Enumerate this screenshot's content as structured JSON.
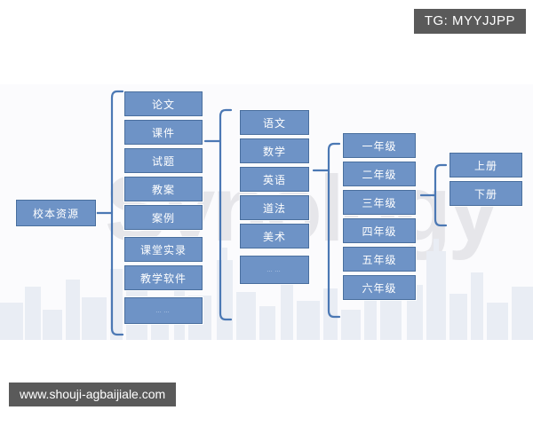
{
  "badge": {
    "label": "TG: MYYJJPP"
  },
  "footer": {
    "url": "www.shouji-agbaijiale.com"
  },
  "watermark": {
    "text": "Synology"
  },
  "diagram": {
    "root": {
      "label": "校本资源"
    },
    "columns": [
      {
        "name": "resource-types",
        "items": [
          {
            "label": "论文"
          },
          {
            "label": "课件"
          },
          {
            "label": "试题"
          },
          {
            "label": "教案"
          },
          {
            "label": "案例"
          },
          {
            "label": "课堂实录"
          },
          {
            "label": "教学软件"
          },
          {
            "label": "……"
          }
        ]
      },
      {
        "name": "subjects",
        "items": [
          {
            "label": "语文"
          },
          {
            "label": "数学"
          },
          {
            "label": "英语"
          },
          {
            "label": "道法"
          },
          {
            "label": "美术"
          },
          {
            "label": "……"
          }
        ]
      },
      {
        "name": "grades",
        "items": [
          {
            "label": "一年级"
          },
          {
            "label": "二年级"
          },
          {
            "label": "三年级"
          },
          {
            "label": "四年级"
          },
          {
            "label": "五年级"
          },
          {
            "label": "六年级"
          }
        ]
      },
      {
        "name": "volumes",
        "items": [
          {
            "label": "上册"
          },
          {
            "label": "下册"
          }
        ]
      }
    ]
  },
  "colors": {
    "node_fill": "#6e93c6",
    "node_border": "#4a6f9e",
    "connector": "#4b78b4",
    "badge_bg": "#5a5a5a",
    "canvas_bg": "#fbfbfd"
  }
}
